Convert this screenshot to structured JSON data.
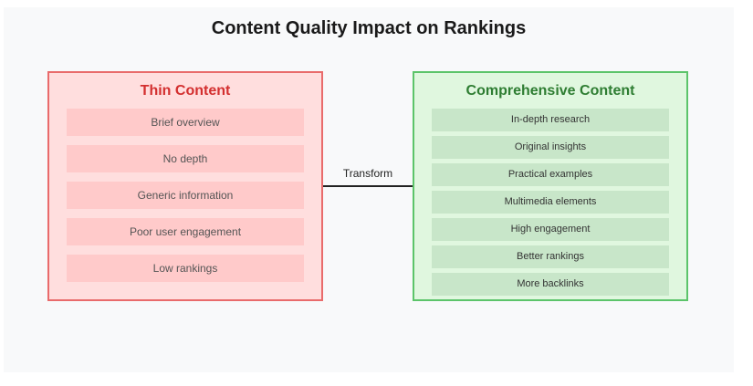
{
  "title": "Content Quality Impact on Rankings",
  "thin": {
    "heading": "Thin Content",
    "items": [
      "Brief overview",
      "No depth",
      "Generic information",
      "Poor user engagement",
      "Low rankings"
    ]
  },
  "comprehensive": {
    "heading": "Comprehensive Content",
    "items": [
      "In-depth research",
      "Original insights",
      "Practical examples",
      "Multimedia elements",
      "High engagement",
      "Better rankings",
      "More backlinks"
    ]
  },
  "arrow": {
    "label": "Transform"
  },
  "colors": {
    "thin_border": "#e96b6b",
    "thin_fill": "#ffdede",
    "thin_item": "#ffcaca",
    "thin_title": "#d32f2f",
    "comp_border": "#5cc46a",
    "comp_fill": "#e0f7df",
    "comp_item": "#c8e6c9",
    "comp_title": "#2e7d32"
  }
}
